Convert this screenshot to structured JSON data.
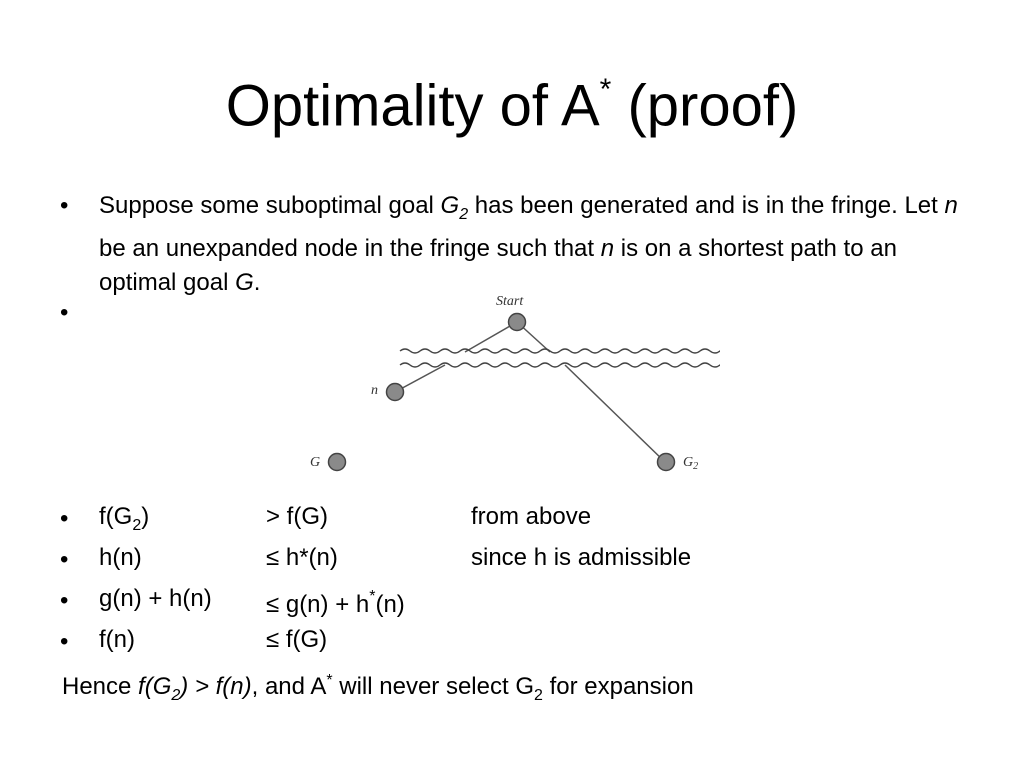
{
  "slide": {
    "title_main": "Optimality of A",
    "title_sup": "*",
    "title_rest": " (proof)",
    "bullet_glyph": "•",
    "intro": {
      "p1": "Suppose some suboptimal goal ",
      "g": "G",
      "g_sub": "2",
      "p2": " has been generated and is in the fringe. Let ",
      "n1": "n",
      "p3": " be an unexpanded node in the fringe such that ",
      "n2": "n",
      "p4": " is on a shortest path to an optimal goal ",
      "goal": "G",
      "p5": "."
    },
    "diagram": {
      "start_label": "Start",
      "n_label": "n",
      "g_label": "G",
      "g2_label": "G",
      "g2_sub": "2"
    },
    "rows": [
      {
        "lhs": "f(G",
        "lhs_sub": "2",
        "lhs_end": ")",
        "rel": "> f(G)",
        "note": "from above"
      },
      {
        "lhs": "h(n)",
        "rel": "≤ h*(n)",
        "note": "since h is admissible"
      },
      {
        "lhs": "g(n) + h(n)",
        "rel_a": "≤ g(n) + h",
        "rel_sup": "*",
        "rel_b": "(n)"
      },
      {
        "lhs": "f(n)",
        "rel": "≤ f(G)"
      }
    ],
    "conclusion": {
      "hence": "Hence ",
      "fg": "f(G",
      "fg_sub": "2",
      "fg_end": ") > f(n)",
      "mid": ", and A",
      "star": "*",
      "rest": " will never select G",
      "sub2": "2",
      "end": " for expansion"
    }
  }
}
